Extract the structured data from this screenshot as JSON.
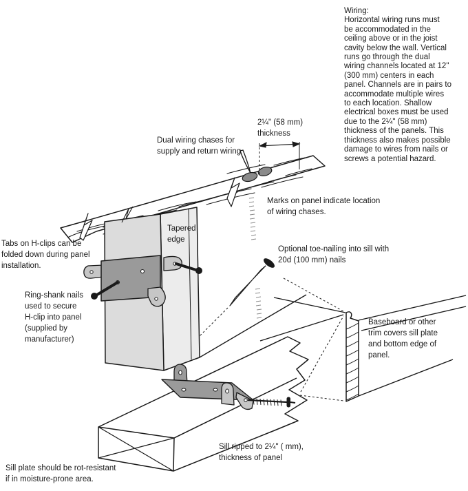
{
  "figure": {
    "title_hint": "Structural insulated panel installation detail",
    "colors": {
      "ink": "#1a1a1a",
      "background": "#ffffff",
      "panel_front": "#dcdcdc",
      "panel_side": "#ececec",
      "clip_plate": "#9a9a9a",
      "clip_tab": "#c6c6c6",
      "chase_hole": "#8a8a8a",
      "nail_shaft": "#b8b8b8"
    }
  },
  "annotations": {
    "wiring_note": {
      "lines": [
        "Wiring:",
        "Horizontal wiring runs must",
        "be accommodated in the",
        "ceiling above or in the joist",
        "cavity below the wall. Vertical",
        "runs go through the dual",
        "wiring channels located at 12\"",
        "(300 mm) centers in each",
        "panel. Channels are in pairs to",
        "accommodate multiple wires",
        "to each location. Shallow",
        "electrical boxes must be used",
        "due to the 2¼\" (58 mm)",
        "thickness of the panels. This",
        "thickness also makes possible",
        "damage to wires from nails or",
        "screws a potential hazard."
      ]
    },
    "thickness_dim": {
      "lines": [
        "2¼\" (58 mm)",
        "thickness"
      ]
    },
    "dual_chases": {
      "lines": [
        "Dual wiring chases for",
        "supply and return wiring"
      ]
    },
    "marks_on_panel": {
      "lines": [
        "Marks on panel indicate location",
        "of wiring chases."
      ]
    },
    "tapered_edge": {
      "lines": [
        "Tapered",
        "edge"
      ]
    },
    "tabs_on_hclips": {
      "lines": [
        "Tabs on H-clips can be",
        "folded down during panel",
        "installation."
      ]
    },
    "ring_shank": {
      "lines": [
        "Ring-shank nails",
        "used to secure",
        "H-clip into panel",
        "(supplied by",
        "manufacturer)"
      ]
    },
    "toe_nailing": {
      "lines": [
        "Optional toe-nailing into sill with",
        "20d (100 mm) nails"
      ]
    },
    "baseboard": {
      "lines": [
        "Baseboard or other",
        "trim covers sill plate",
        "and bottom edge of",
        "panel."
      ]
    },
    "sill_ripped": {
      "lines": [
        "Sill ripped to 2¼\" ( mm),",
        "thickness of panel"
      ]
    },
    "sill_plate": {
      "lines": [
        "Sill plate should be rot-resistant",
        "if in moisture-prone area."
      ]
    }
  }
}
